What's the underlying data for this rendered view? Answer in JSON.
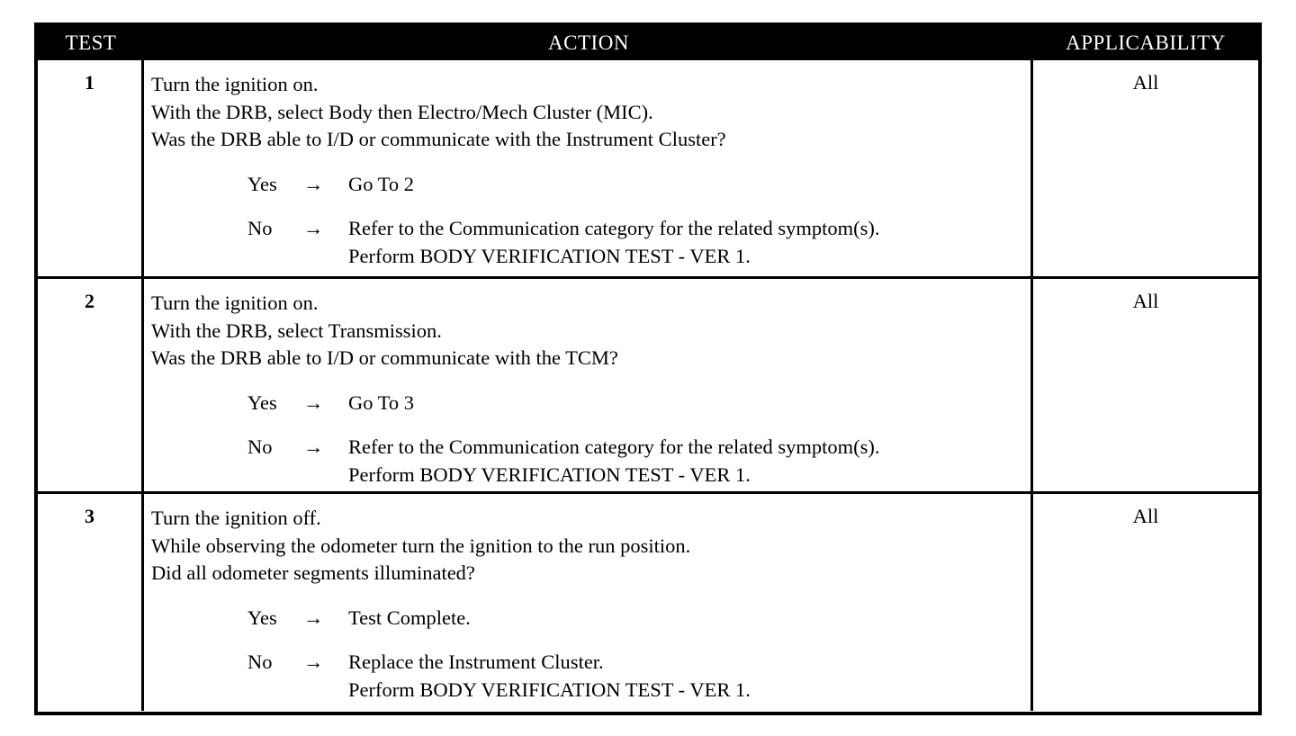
{
  "headers": {
    "test": "TEST",
    "action": "ACTION",
    "applicability": "APPLICABILITY"
  },
  "rows": [
    {
      "test": "1",
      "lines": [
        "Turn the ignition on.",
        "With the DRB, select Body then Electro/Mech Cluster (MIC).",
        "Was the DRB able to I/D or communicate with the Instrument Cluster?"
      ],
      "yes_label": "Yes",
      "yes_result": [
        "Go To   2"
      ],
      "no_label": "No",
      "no_result": [
        "Refer to the Communication category for the related symptom(s).",
        "Perform BODY VERIFICATION TEST - VER 1."
      ],
      "arrow": "→",
      "applicability": "All"
    },
    {
      "test": "2",
      "lines": [
        "Turn the ignition on.",
        "With the DRB, select Transmission.",
        "Was the DRB able to I/D or communicate with the TCM?"
      ],
      "yes_label": "Yes",
      "yes_result": [
        "Go To   3"
      ],
      "no_label": "No",
      "no_result": [
        "Refer to the Communication category for the related symptom(s).",
        "Perform BODY VERIFICATION TEST - VER 1."
      ],
      "arrow": "→",
      "applicability": "All"
    },
    {
      "test": "3",
      "lines": [
        "Turn the ignition off.",
        "While observing the odometer turn the ignition to the run position.",
        "Did all odometer segments illuminated?"
      ],
      "yes_label": "Yes",
      "yes_result": [
        "Test Complete."
      ],
      "no_label": "No",
      "no_result": [
        "Replace the Instrument Cluster.",
        "Perform BODY VERIFICATION TEST - VER 1."
      ],
      "arrow": "→",
      "applicability": "All"
    }
  ]
}
